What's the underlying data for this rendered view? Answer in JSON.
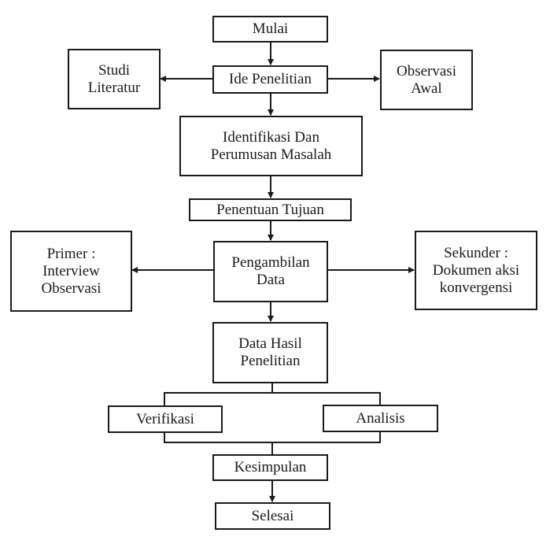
{
  "diagram": {
    "nodes": {
      "mulai": "Mulai",
      "ide_penelitian": "Ide Penelitian",
      "studi_literatur": "Studi\nLiteratur",
      "observasi_awal": "Observasi\nAwal",
      "identifikasi": "Identifikasi Dan\nPerumusan  Masalah",
      "penentuan_tujuan": "Penentuan Tujuan",
      "pengambilan_data": "Pengambilan\nData",
      "primer": "Primer :\nInterview\nObservasi",
      "sekunder": "Sekunder :\nDokumen aksi\nkonvergensi",
      "data_hasil": "Data Hasil\nPenelitian",
      "verifikasi": "Verifikasi",
      "analisis": "Analisis",
      "kesimpulan": "Kesimpulan",
      "selesai": "Selesai"
    },
    "edges": [
      {
        "from": "mulai",
        "to": "ide_penelitian"
      },
      {
        "from": "ide_penelitian",
        "to": "studi_literatur"
      },
      {
        "from": "ide_penelitian",
        "to": "observasi_awal"
      },
      {
        "from": "ide_penelitian",
        "to": "identifikasi"
      },
      {
        "from": "identifikasi",
        "to": "penentuan_tujuan"
      },
      {
        "from": "penentuan_tujuan",
        "to": "pengambilan_data"
      },
      {
        "from": "pengambilan_data",
        "to": "primer"
      },
      {
        "from": "pengambilan_data",
        "to": "sekunder"
      },
      {
        "from": "pengambilan_data",
        "to": "data_hasil"
      },
      {
        "from": "data_hasil",
        "to": "verifikasi"
      },
      {
        "from": "data_hasil",
        "to": "analisis"
      },
      {
        "from": "verifikasi",
        "to": "kesimpulan"
      },
      {
        "from": "analisis",
        "to": "kesimpulan"
      },
      {
        "from": "kesimpulan",
        "to": "selesai"
      }
    ]
  }
}
